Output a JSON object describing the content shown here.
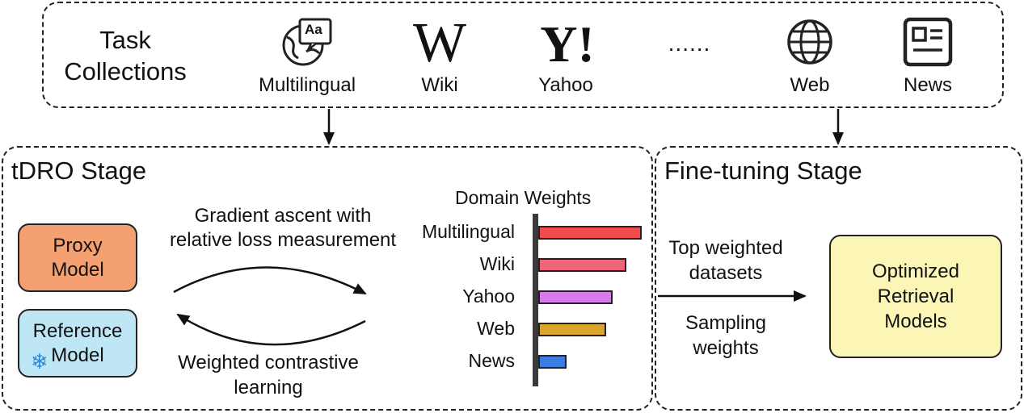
{
  "task_collections": {
    "title_line1": "Task",
    "title_line2": "Collections",
    "items": [
      {
        "label": "Multilingual",
        "icon": "multilingual-icon"
      },
      {
        "label": "Wiki",
        "icon": "wikipedia-logo-icon",
        "glyph": "W"
      },
      {
        "label": "Yahoo",
        "icon": "yahoo-logo-icon",
        "glyph": "Y!"
      },
      {
        "label": "Web",
        "icon": "globe-icon"
      },
      {
        "label": "News",
        "icon": "newspaper-icon"
      }
    ],
    "ellipsis": "......",
    "aa_glyph": "Aa"
  },
  "tdro_stage": {
    "title": "tDRO Stage",
    "proxy_model": {
      "line1": "Proxy",
      "line2": "Model",
      "color": "#F5A070"
    },
    "reference_model": {
      "line1": "Reference",
      "line2": "Model",
      "color": "#BEE6F5",
      "icon": "snowflake-icon"
    },
    "top_arrow_label": {
      "line1": "Gradient ascent with",
      "line2": "relative loss measurement"
    },
    "bottom_arrow_label": {
      "line1": "Weighted contrastive",
      "line2": "learning"
    },
    "domain_weights": {
      "title": "Domain Weights",
      "bars": [
        {
          "label": "Multilingual",
          "value": 1.0,
          "color": "#F24B4B"
        },
        {
          "label": "Wiki",
          "value": 0.85,
          "color": "#EE6478"
        },
        {
          "label": "Yahoo",
          "value": 0.72,
          "color": "#D77BEB"
        },
        {
          "label": "Web",
          "value": 0.66,
          "color": "#D9A52A"
        },
        {
          "label": "News",
          "value": 0.27,
          "color": "#3A7CE0"
        }
      ]
    }
  },
  "finetune_stage": {
    "title": "Fine-tuning Stage",
    "arrow_label_top": {
      "line1": "Top weighted",
      "line2": "datasets"
    },
    "arrow_label_bottom": {
      "line1": "Sampling",
      "line2": "weights"
    },
    "optimized_models": {
      "line1": "Optimized",
      "line2": "Retrieval",
      "line3": "Models",
      "color": "#FBF6B5"
    }
  }
}
